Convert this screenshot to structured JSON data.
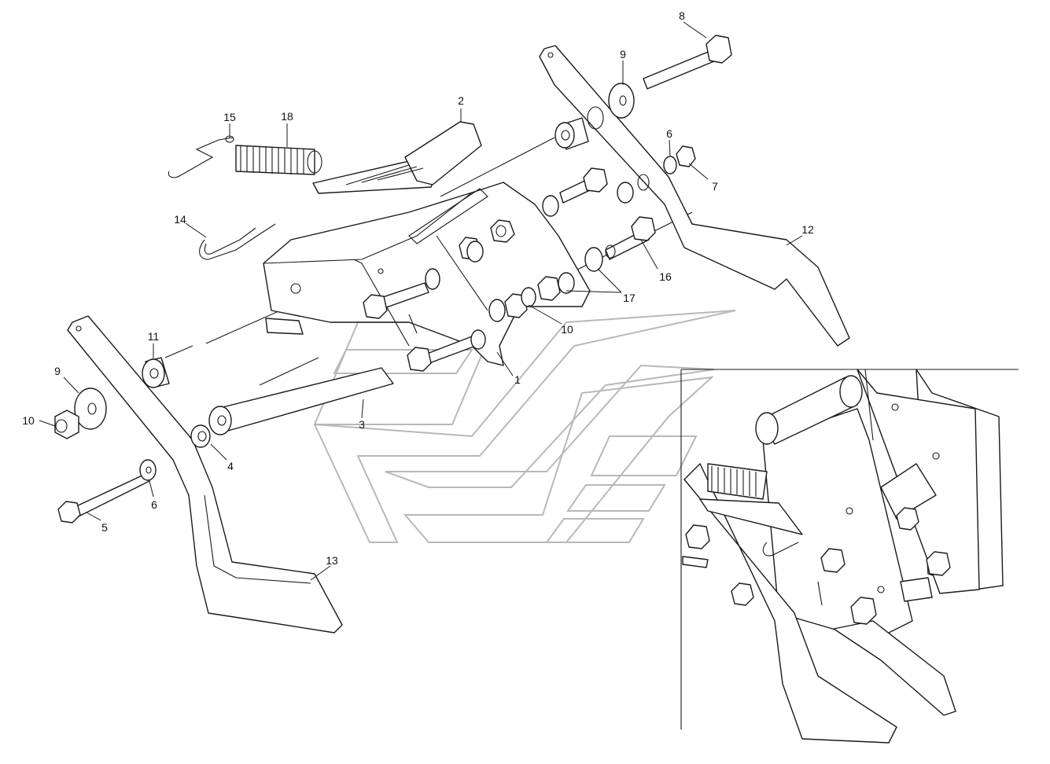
{
  "callouts": [
    {
      "id": "c1",
      "text": "1"
    },
    {
      "id": "c2",
      "text": "2"
    },
    {
      "id": "c3",
      "text": "3"
    },
    {
      "id": "c4",
      "text": "4"
    },
    {
      "id": "c5",
      "text": "5"
    },
    {
      "id": "c6a",
      "text": "6"
    },
    {
      "id": "c6b",
      "text": "6"
    },
    {
      "id": "c7",
      "text": "7"
    },
    {
      "id": "c8",
      "text": "8"
    },
    {
      "id": "c9a",
      "text": "9"
    },
    {
      "id": "c9b",
      "text": "9"
    },
    {
      "id": "c10a",
      "text": "10"
    },
    {
      "id": "c10b",
      "text": "10"
    },
    {
      "id": "c11",
      "text": "11"
    },
    {
      "id": "c12",
      "text": "12"
    },
    {
      "id": "c13",
      "text": "13"
    },
    {
      "id": "c14",
      "text": "14"
    },
    {
      "id": "c15",
      "text": "15"
    },
    {
      "id": "c16",
      "text": "16"
    },
    {
      "id": "c17",
      "text": "17"
    },
    {
      "id": "c18",
      "text": "18"
    }
  ]
}
